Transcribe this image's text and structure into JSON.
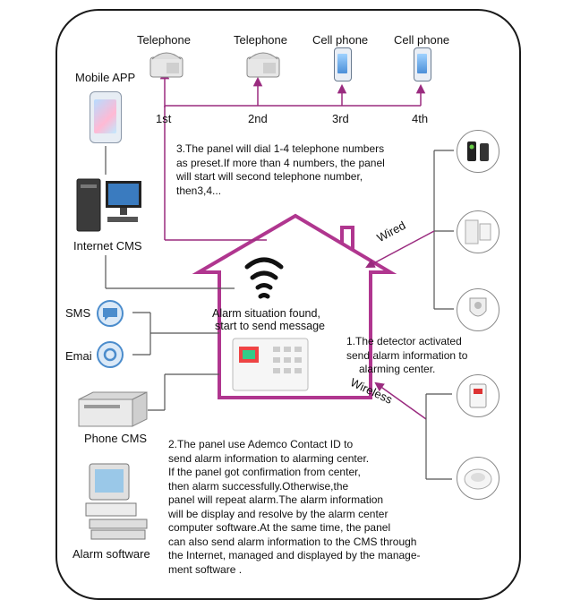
{
  "labels": {
    "telephone_1": "Telephone",
    "telephone_2": "Telephone",
    "cellphone_1": "Cell phone",
    "cellphone_2": "Cell phone",
    "order_1": "1st",
    "order_2": "2nd",
    "order_3": "3rd",
    "order_4": "4th",
    "mobile_app": "Mobile APP",
    "internet_cms": "Internet CMS",
    "sms": "SMS",
    "email": "Emai",
    "phone_cms": "Phone CMS",
    "alarm_software": "Alarm software",
    "wired": "Wired",
    "wireless": "Wireless",
    "alarm_found_1": "Alarm situation found,",
    "alarm_found_2": "start to send message"
  },
  "notes": {
    "step3": [
      "3.The panel will dial 1-4 telephone numbers",
      "as preset.If more than 4 numbers, the panel",
      "will start will second telephone number,",
      "then3,4..."
    ],
    "step1": [
      "1.The detector activated",
      "send alarm information to",
      "alarming center."
    ],
    "step2": [
      "2.The panel use Ademco Contact ID to",
      "send alarm information to alarming center.",
      "If the panel got confirmation from center,",
      "then alarm successfully.Otherwise,the",
      "panel will repeat alarm.The alarm information",
      "will be display and resolve by the alarm center",
      "computer software.At the same time, the panel",
      "can also send alarm information to the CMS through",
      "the Internet, managed and displayed by the manage-",
      "ment software ."
    ]
  },
  "colors": {
    "house": "#b0368f",
    "frame": "#1a1a1a",
    "connector": "#9a2b7f"
  }
}
